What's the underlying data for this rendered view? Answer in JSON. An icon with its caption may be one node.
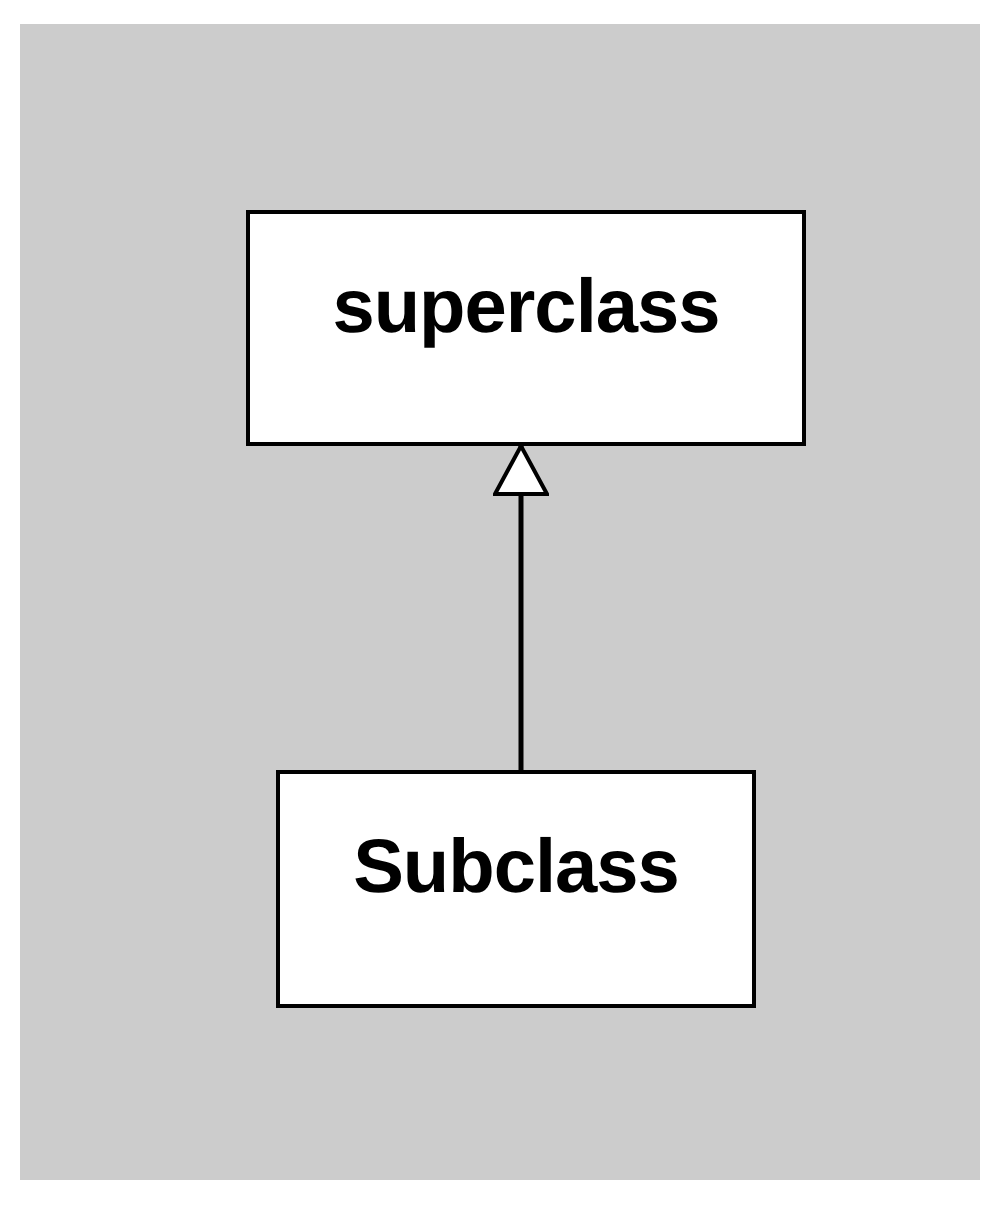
{
  "diagram": {
    "nodes": [
      {
        "text": [
          "superclass"
        ]
      },
      {
        "text": [
          "Subclass"
        ]
      }
    ],
    "edges": [
      {
        "from": 1,
        "to": 0,
        "arrow": "to"
      }
    ]
  }
}
